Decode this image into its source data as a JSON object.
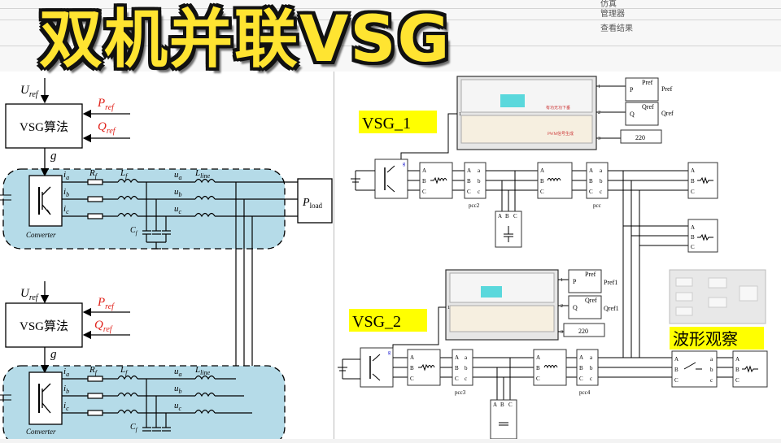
{
  "title": "双机并联VSG",
  "toolbar": {
    "item1": "仿真",
    "item2": "管理器",
    "item3": "查看结果"
  },
  "left": {
    "u_ref": "U",
    "u_ref_sub": "ref",
    "p_ref": "P",
    "p_ref_sub": "ref",
    "q_ref": "Q",
    "q_ref_sub": "ref",
    "vsg_block": "VSG算法",
    "g": "g",
    "converter": "Converter",
    "ia": "i",
    "ia_sub": "a",
    "ib": "i",
    "ib_sub": "b",
    "ic": "i",
    "ic_sub": "c",
    "rf": "R",
    "rf_sub": "f",
    "lf": "L",
    "lf_sub": "f",
    "ua": "u",
    "ua_sub": "a",
    "ub": "u",
    "ub_sub": "b",
    "uc": "u",
    "uc_sub": "c",
    "lline": "L",
    "lline_sub": "line",
    "cf": "C",
    "cf_sub": "f",
    "pload": "P",
    "pload_sub": "load"
  },
  "right": {
    "vsg1": "VSG_1",
    "vsg2": "VSG_2",
    "wave": "波形观察",
    "pref": "Pref",
    "qref": "Qref",
    "pref1": "Pref1",
    "qref1": "Qref1",
    "p_port": "P",
    "q_port": "Q",
    "const220_1": "220",
    "const220_2": "220",
    "pcc": "pcc",
    "pcc2": "pcc2",
    "pcc3": "pcc3",
    "pcc4": "pcc4",
    "sub1_top": "有功无功下垂",
    "sub1_bottom": "PWM信号生成",
    "port1": "1",
    "port2": "2",
    "port3": "3",
    "port_in": "1",
    "g_label": "g",
    "A": "A",
    "B": "B",
    "C": "C",
    "a": "a",
    "b": "b",
    "c": "c"
  },
  "colors": {
    "title_fill": "#ffe431",
    "title_stroke": "#111111",
    "dashed_fill": "#b5dbe8",
    "ref_red": "#e0221b",
    "highlight": "#ffff00",
    "cyan_block": "#5ad8dc"
  }
}
